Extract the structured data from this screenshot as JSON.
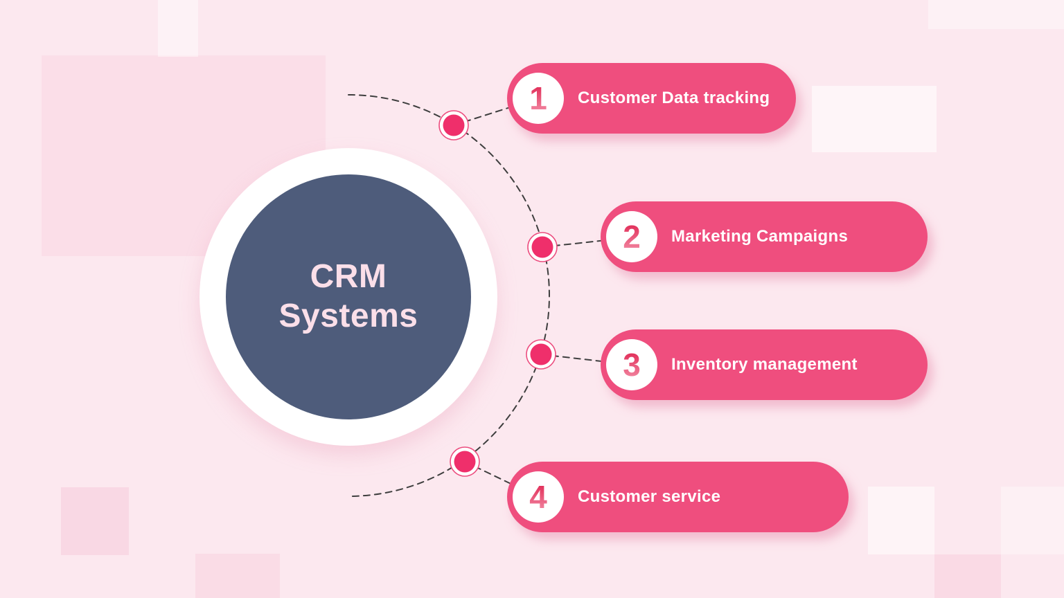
{
  "center": {
    "title_line1": "CRM",
    "title_line2": "Systems"
  },
  "items": [
    {
      "number": "1",
      "label": "Customer Data tracking"
    },
    {
      "number": "2",
      "label": "Marketing Campaigns"
    },
    {
      "number": "3",
      "label": "Inventory management"
    },
    {
      "number": "4",
      "label": "Customer service"
    }
  ],
  "colors": {
    "background": "#fce8ef",
    "pill": "#ef4e7e",
    "pill_text": "#ffffff",
    "number_gradient_top": "#e2325c",
    "number_gradient_bottom": "#f289a3",
    "center_circle": "#4e5c7b",
    "center_ring": "#ffffff",
    "center_text": "#fbdfe9",
    "node_dot": "#ef2f6b",
    "node_dot_ring": "#ec4d7f",
    "dashed_line": "#3e3e3e"
  }
}
